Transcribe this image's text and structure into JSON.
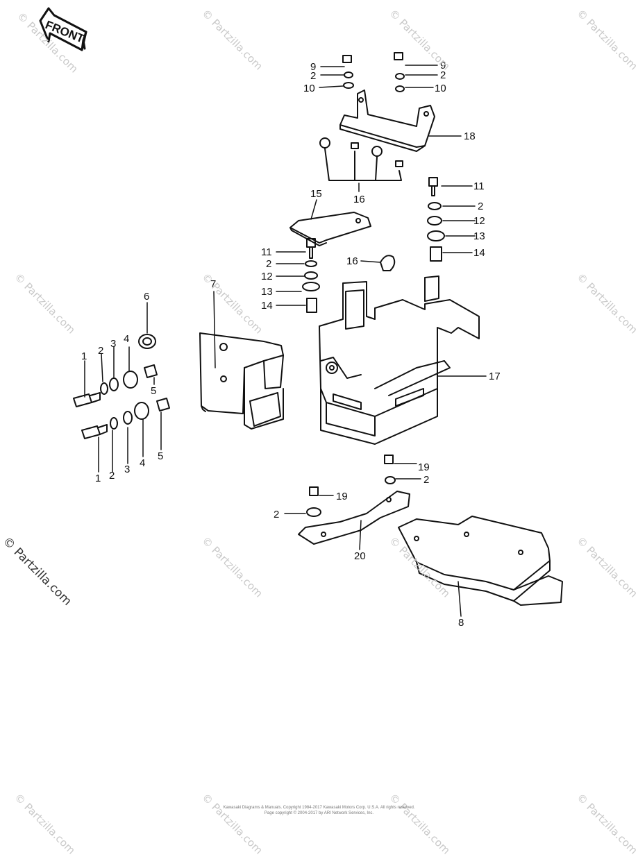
{
  "front_label": "FRONT",
  "watermark": "© Partzilla.com",
  "copyright_lines": [
    "Kawasaki Diagrams & Manuals. Copyright 1984-2017 Kawasaki Motors Corp. U.S.A. All rights reserved.",
    "Page copyright © 2004-2017 by ARI Network Services, Inc."
  ],
  "callouts": [
    "1",
    "2",
    "3",
    "4",
    "5",
    "6",
    "7",
    "8",
    "9",
    "10",
    "11",
    "12",
    "13",
    "14",
    "15",
    "16",
    "17",
    "18",
    "19",
    "20"
  ]
}
